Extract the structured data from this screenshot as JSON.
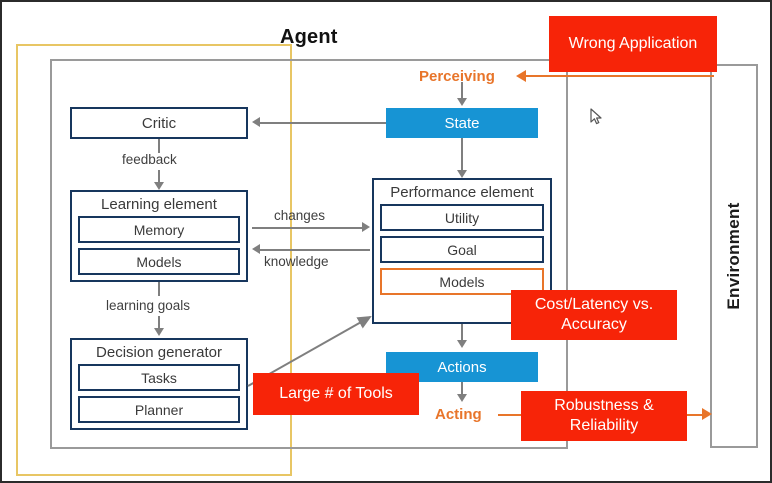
{
  "diagram": {
    "title": "Agent",
    "environment_label": "Environment",
    "boxes": {
      "critic": "Critic",
      "learning_element": "Learning element",
      "learning_memory": "Memory",
      "learning_models": "Models",
      "decision_generator": "Decision generator",
      "decision_tasks": "Tasks",
      "decision_planner": "Planner",
      "performance_element": "Performance element",
      "performance_utility": "Utility",
      "performance_goal": "Goal",
      "performance_models": "Models",
      "state": "State",
      "actions": "Actions"
    },
    "edge_labels": {
      "feedback": "feedback",
      "changes": "changes",
      "knowledge": "knowledge",
      "learning_goals": "learning goals"
    },
    "phase_labels": {
      "perceiving": "Perceiving",
      "acting": "Acting"
    },
    "callouts": {
      "wrong_application": "Wrong Application",
      "cost_latency": "Cost/Latency vs. Accuracy",
      "large_tools": "Large # of Tools",
      "robustness": "Robustness & Reliability"
    },
    "colors": {
      "red_callout": "#f72408",
      "blue_fill": "#1794d4",
      "navy_outline": "#17365d",
      "orange_accent": "#e8752a",
      "gray_connector": "#7f7f7f",
      "yellow_frame": "#e8c664"
    },
    "icons": {
      "cursor": "mouse-pointer-icon"
    }
  }
}
